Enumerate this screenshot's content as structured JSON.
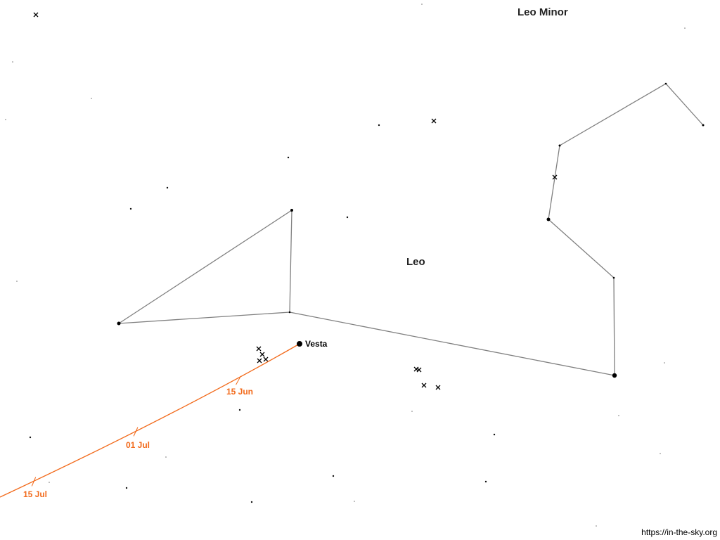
{
  "constellations": [
    "Leo Minor",
    "Leo"
  ],
  "object": {
    "name": "Vesta"
  },
  "path_dates": [
    "15 Jun",
    "01 Jul",
    "15 Jul"
  ],
  "credit": "https://in-the-sky.org",
  "colors": {
    "path": "#f26a1b",
    "lines": "#808080",
    "text": "#222222"
  }
}
